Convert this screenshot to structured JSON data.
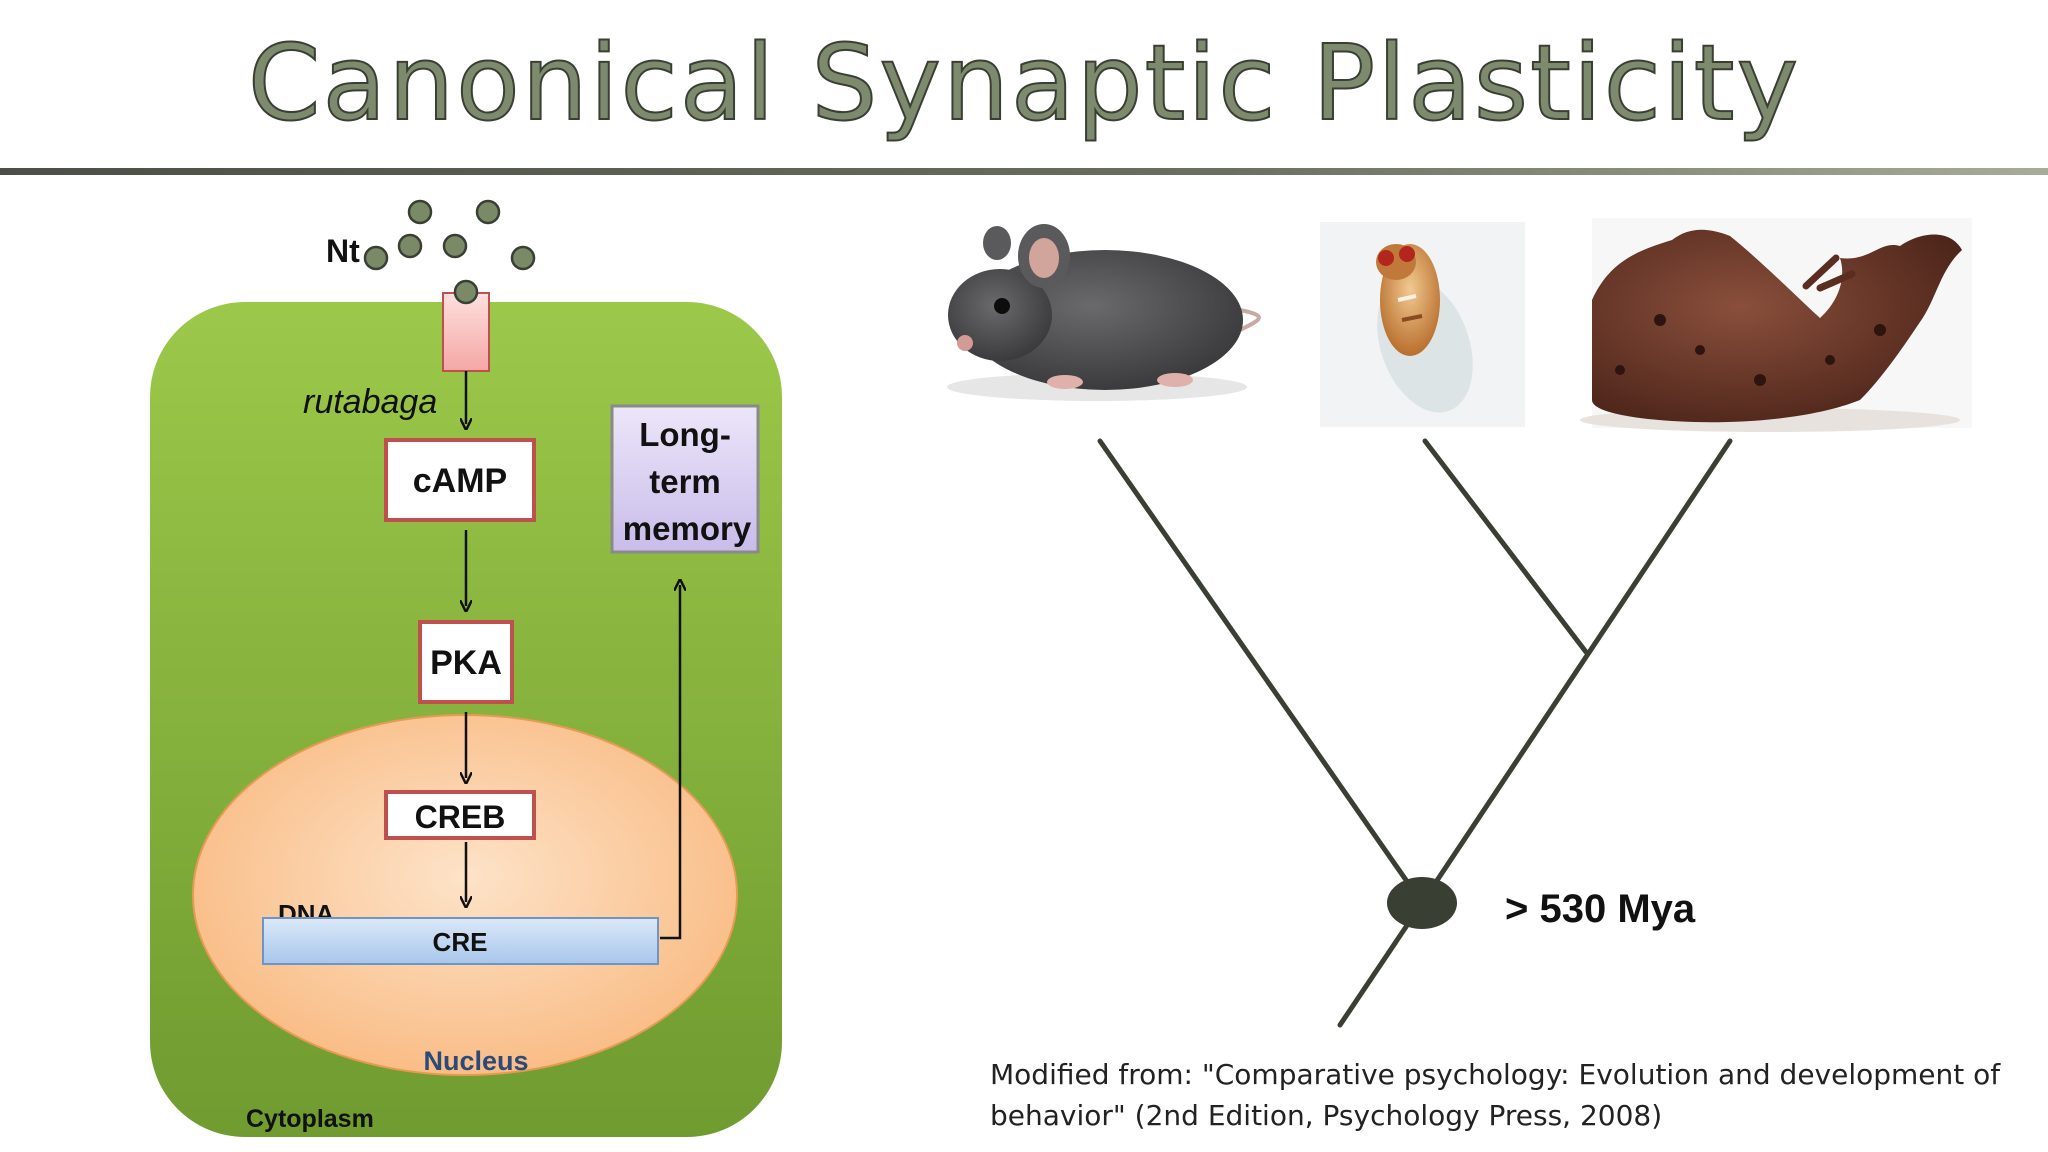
{
  "title": "Canonical Synaptic Plasticity",
  "pathway": {
    "neurotransmitter_label": "Nt",
    "gene_label": "rutabaga",
    "camp_label": "cAMP",
    "pka_label": "PKA",
    "creb_label": "CREB",
    "dna_label": "DNA",
    "cre_label": "CRE",
    "nucleus_label": "Nucleus",
    "cytoplasm_label": "Cytoplasm",
    "memory_label_lines": [
      "Long-",
      "term",
      "memory"
    ]
  },
  "tree": {
    "node_label": "> 530 Mya",
    "organisms": [
      "mouse",
      "fruit-fly",
      "sea-slug"
    ]
  },
  "citation": {
    "line1": "Modified from: \"Comparative psychology: Evolution and development of",
    "line2": "behavior\" (2nd Edition, Psychology Press, 2008)"
  },
  "colors": {
    "cytoplasm": "#8cbd44",
    "nucleus": "#fcc99b",
    "box_border": "#c0504d",
    "memory_box": "#ddd3f2",
    "cre_bar": "#c6dcf5",
    "tree_line": "#3a3f33",
    "title_fill": "#7d8a6e"
  }
}
